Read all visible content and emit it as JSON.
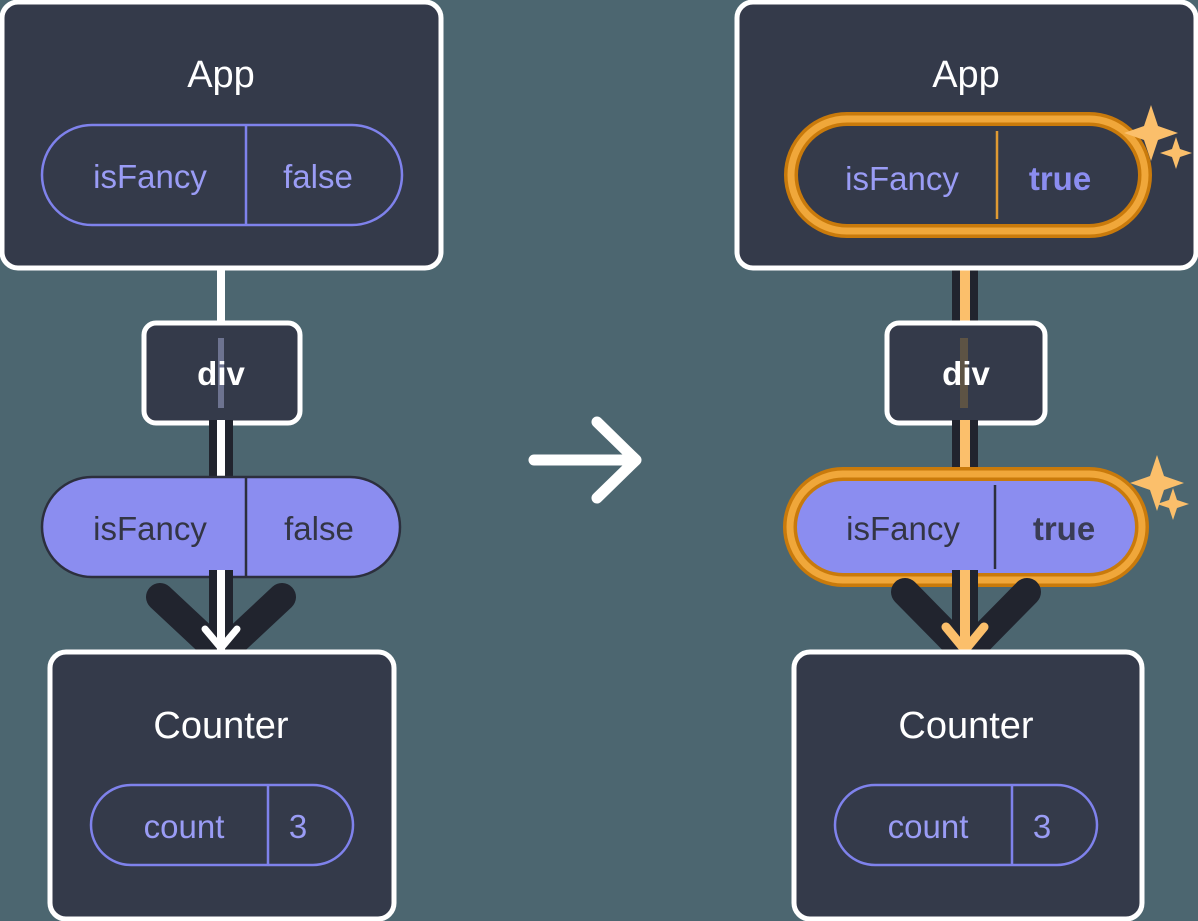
{
  "diagram": {
    "title": "React state update propagation diagram",
    "background_color": "#4c6670",
    "panel_color": "#343a4a",
    "panel_border_color": "#ffffff",
    "purple_fill": "#8b8df0",
    "purple_outline": "#9a9cf5",
    "highlight_color": "#dd8a0e",
    "highlight_light_color": "#fbbf6b",
    "dark_line_color": "#21242e",
    "arrow_glyph": "right-arrow"
  },
  "before": {
    "app": {
      "title": "App",
      "state": {
        "key": "isFancy",
        "value": "false"
      }
    },
    "div": {
      "label": "div"
    },
    "prop": {
      "key": "isFancy",
      "value": "false"
    },
    "counter": {
      "title": "Counter",
      "state": {
        "key": "count",
        "value": "3"
      }
    }
  },
  "after": {
    "app": {
      "title": "App",
      "state": {
        "key": "isFancy",
        "value": "true"
      }
    },
    "div": {
      "label": "div"
    },
    "prop": {
      "key": "isFancy",
      "value": "true"
    },
    "counter": {
      "title": "Counter",
      "state": {
        "key": "count",
        "value": "3"
      }
    }
  }
}
